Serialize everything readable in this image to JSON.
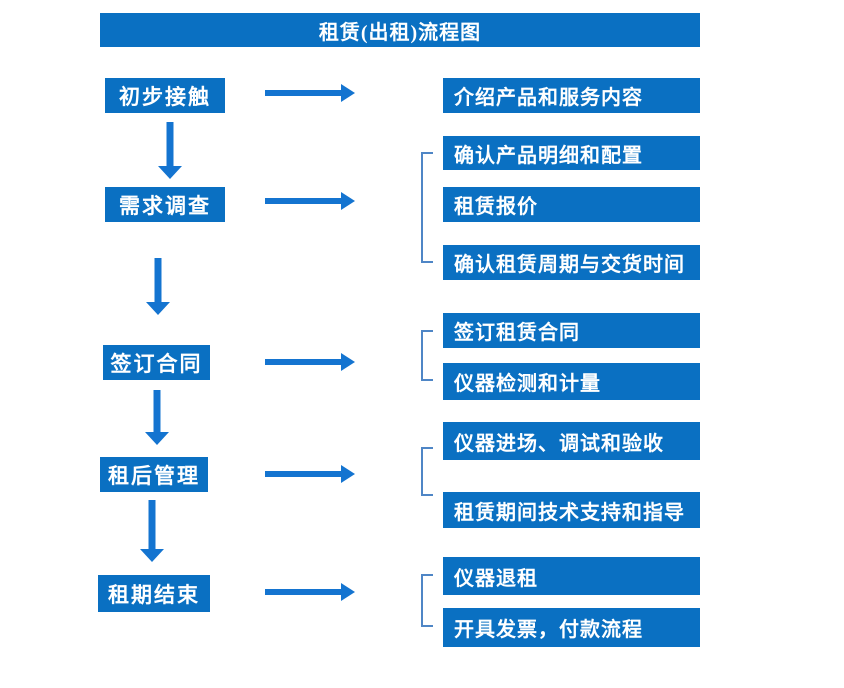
{
  "title": "租赁(出租)流程图",
  "colors": {
    "box_blue": "#0a70c2",
    "arrow_blue": "#1474d0",
    "bracket_blue": "#4f86c6",
    "text_white": "#ffffff",
    "background": "#ffffff"
  },
  "steps": [
    {
      "label": "初步接触",
      "details": [
        "介绍产品和服务内容"
      ]
    },
    {
      "label": "需求调查",
      "details": [
        "确认产品明细和配置",
        "租赁报价",
        "确认租赁周期与交货时间"
      ]
    },
    {
      "label": "签订合同",
      "details": [
        "签订租赁合同",
        "仪器检测和计量"
      ]
    },
    {
      "label": "租后管理",
      "details": [
        "仪器进场、调试和验收",
        "租赁期间技术支持和指导"
      ]
    },
    {
      "label": "租期结束",
      "details": [
        "仪器退租",
        "开具发票，付款流程"
      ]
    }
  ]
}
